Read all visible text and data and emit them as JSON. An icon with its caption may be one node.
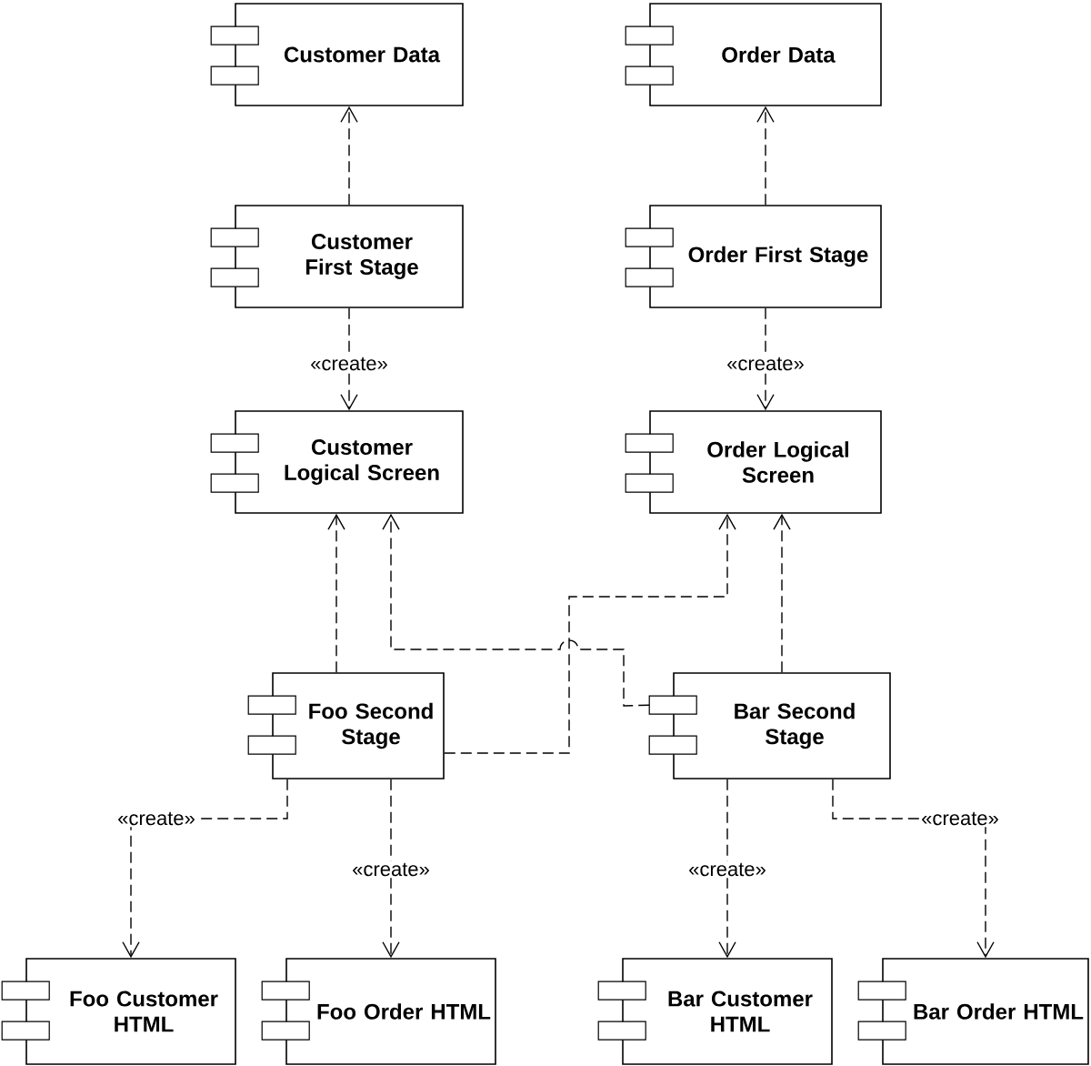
{
  "diagram": {
    "nodes": [
      {
        "text": [
          "Customer Data"
        ]
      },
      {
        "text": [
          "Order Data"
        ]
      },
      {
        "text": [
          "Customer First Stage"
        ]
      },
      {
        "text": [
          "Order First Stage"
        ]
      },
      {
        "text": [
          "Customer Logical Screen"
        ]
      },
      {
        "text": [
          "Order Logical Screen"
        ]
      },
      {
        "text": [
          "Foo Second Stage"
        ]
      },
      {
        "text": [
          "Bar Second Stage"
        ]
      },
      {
        "text": [
          "Foo Customer HTML"
        ]
      },
      {
        "text": [
          "Foo Order HTML"
        ]
      },
      {
        "text": [
          "Bar Customer HTML"
        ]
      },
      {
        "text": [
          "Bar Order HTML"
        ]
      }
    ],
    "edges": [
      {
        "from": 2,
        "to": 0,
        "arrow": "to",
        "style": "dashed"
      },
      {
        "from": 3,
        "to": 1,
        "arrow": "to",
        "style": "dashed"
      },
      {
        "from": 2,
        "to": 4,
        "arrow": "to",
        "style": "dashed",
        "label": "«create»"
      },
      {
        "from": 3,
        "to": 5,
        "arrow": "to",
        "style": "dashed",
        "label": "«create»"
      },
      {
        "from": 6,
        "to": 4,
        "arrow": "to",
        "style": "dashed"
      },
      {
        "from": 7,
        "to": 4,
        "arrow": "to",
        "style": "dashed"
      },
      {
        "from": 6,
        "to": 5,
        "arrow": "to",
        "style": "dashed"
      },
      {
        "from": 7,
        "to": 5,
        "arrow": "to",
        "style": "dashed"
      },
      {
        "from": 6,
        "to": 8,
        "arrow": "to",
        "style": "dashed",
        "label": "«create»"
      },
      {
        "from": 6,
        "to": 9,
        "arrow": "to",
        "style": "dashed",
        "label": "«create»"
      },
      {
        "from": 7,
        "to": 10,
        "arrow": "to",
        "style": "dashed",
        "label": "«create»"
      },
      {
        "from": 7,
        "to": 11,
        "arrow": "to",
        "style": "dashed",
        "label": "«create»"
      }
    ]
  }
}
